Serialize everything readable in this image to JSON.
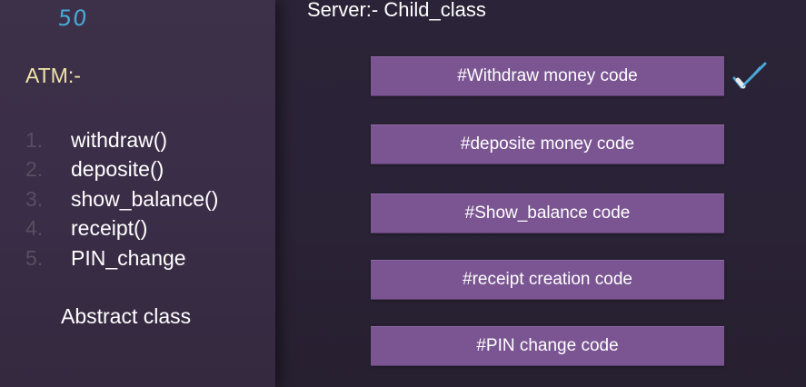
{
  "annotation": {
    "number": "50"
  },
  "atm_panel": {
    "title": "ATM:-",
    "methods": [
      {
        "num": "1.",
        "name": "withdraw()"
      },
      {
        "num": "2.",
        "name": "deposite()"
      },
      {
        "num": "3.",
        "name": "show_balance()"
      },
      {
        "num": "4.",
        "name": "receipt()"
      },
      {
        "num": "5.",
        "name": "PIN_change"
      }
    ],
    "footer_label": "Abstract class"
  },
  "server_panel": {
    "title": "Server:- Child_class",
    "code_blocks": [
      "#Withdraw money code",
      "#deposite money code",
      "#Show_balance code",
      "#receipt creation code",
      "#PIN change code"
    ]
  },
  "icons": {
    "checkmark": "checkmark-icon"
  },
  "colors": {
    "box_fill": "#7a5592",
    "atm_title": "#f1e4a6",
    "annotation_ink": "#4aa9d6",
    "checkmark_ink": "#4aa9d6"
  }
}
